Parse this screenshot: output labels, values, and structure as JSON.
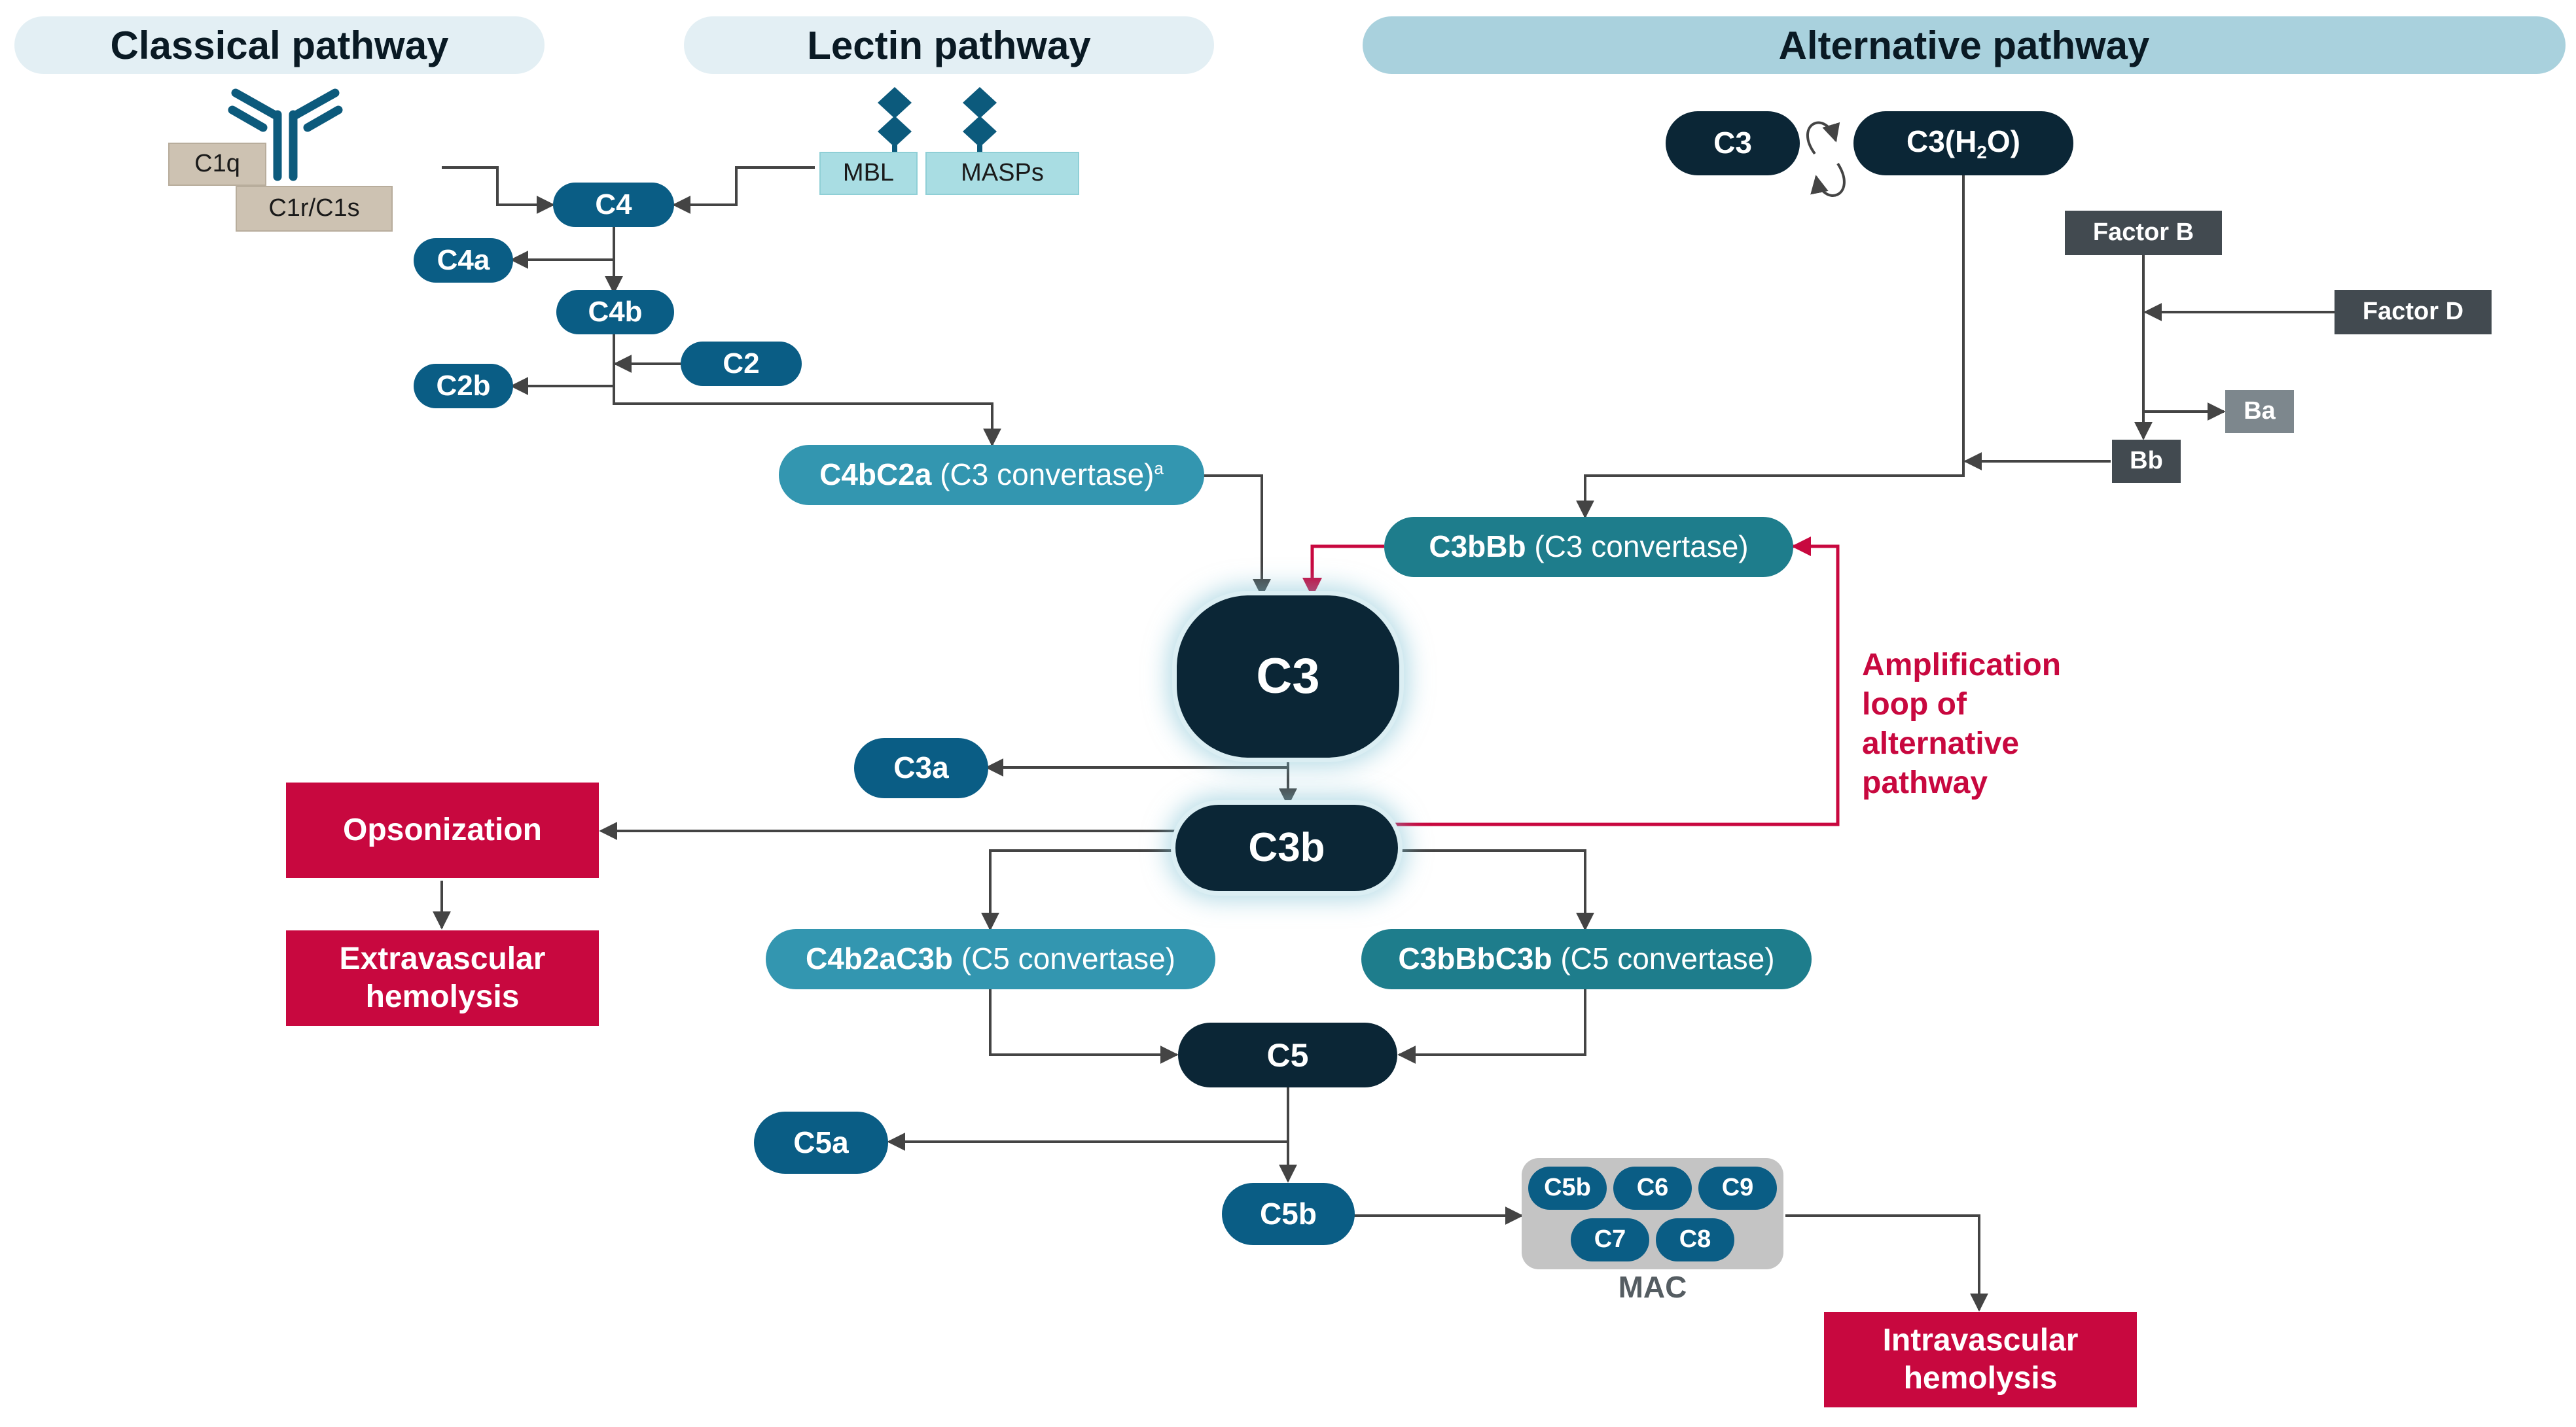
{
  "headers": {
    "classical": "Classical pathway",
    "lectin": "Lectin pathway",
    "alternative": "Alternative pathway"
  },
  "classical": {
    "c1q": "C1q",
    "c1r_c1s": "C1r/C1s",
    "c4": "C4",
    "c4a": "C4a",
    "c4b": "C4b",
    "c2": "C2",
    "c2b": "C2b",
    "c3_convertase_bold": "C4bC2a",
    "c3_convertase_rest": " (C3 convertase)",
    "c3_convertase_sup": "a"
  },
  "lectin": {
    "mbl": "MBL",
    "masps": "MASPs"
  },
  "alternative": {
    "c3": "C3",
    "c3h2o_prefix": "C3(H",
    "c3h2o_sub": "2",
    "c3h2o_suffix": "O)",
    "factor_b": "Factor B",
    "factor_d": "Factor D",
    "ba": "Ba",
    "bb": "Bb",
    "c3_convertase_bold": "C3bBb",
    "c3_convertase_rest": " (C3 convertase)"
  },
  "central": {
    "c3": "C3",
    "c3a": "C3a",
    "c3b": "C3b",
    "classical_c5_convertase_bold": "C4b2aC3b",
    "classical_c5_convertase_rest": " (C5 convertase)",
    "alternative_c5_convertase_bold": "C3bBbC3b",
    "alternative_c5_convertase_rest": " (C5 convertase)",
    "c5": "C5",
    "c5a": "C5a",
    "c5b": "C5b"
  },
  "amplification": {
    "line1": "Amplification",
    "line2": "loop of",
    "line3": "alternative",
    "line4": "pathway"
  },
  "outcomes": {
    "opsonization": "Opsonization",
    "extravascular_line1": "Extravascular",
    "extravascular_line2": "hemolysis",
    "intravascular_line1": "Intravascular",
    "intravascular_line2": "hemolysis"
  },
  "mac": {
    "label": "MAC",
    "components": [
      "C5b",
      "C6",
      "C9",
      "C7",
      "C8"
    ]
  },
  "colors": {
    "navy": "#0b2636",
    "blue": "#0a5d85",
    "teal": "#1e7d8c",
    "light_teal": "#3396b0",
    "red": "#c8083f",
    "arrow": "#444444",
    "header_bg": "#e3eff4",
    "alt_header_bg": "#a9d1dd"
  }
}
